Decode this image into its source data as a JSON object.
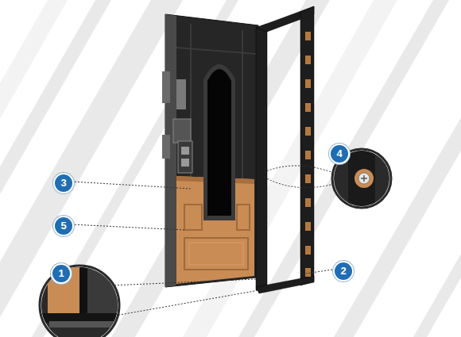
{
  "diagram": {
    "labels": [
      "4",
      "3",
      "5",
      "2",
      "1"
    ]
  }
}
